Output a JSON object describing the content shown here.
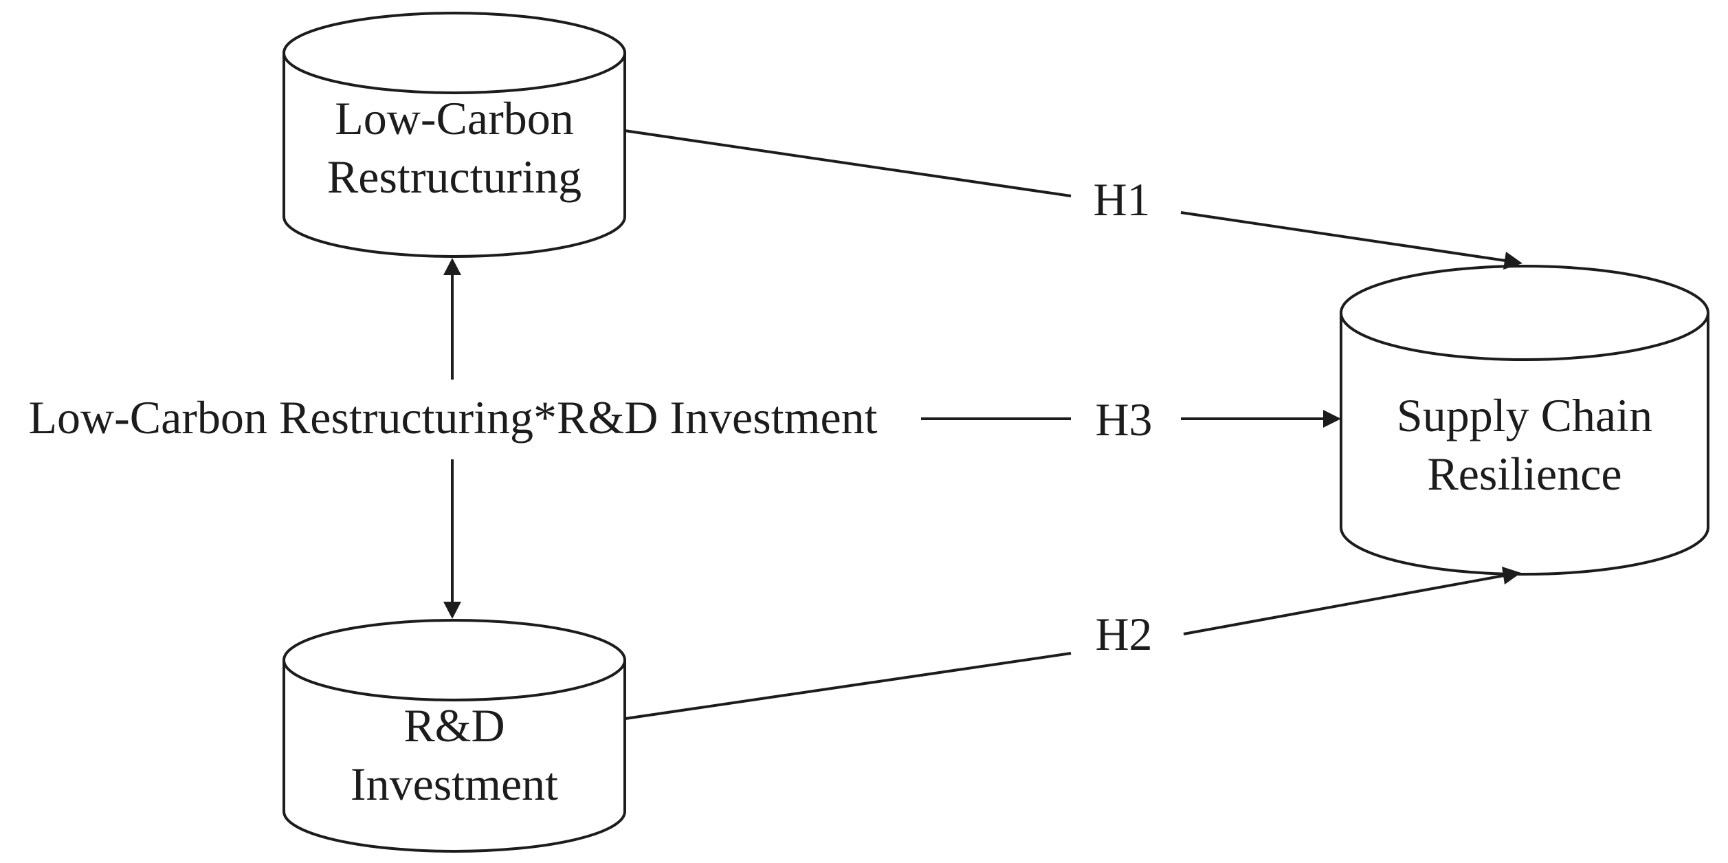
{
  "figure": {
    "background": "#ffffff",
    "stroke_color": "#1c1c1c",
    "node_fill": "#ffffff",
    "nodes": {
      "low_carbon_restructuring": {
        "shape": "cylinder",
        "line1": "Low-Carbon",
        "line2": "Restructuring"
      },
      "rd_investment": {
        "shape": "cylinder",
        "line1": "R&D",
        "line2": "Investment"
      },
      "supply_chain_resilience": {
        "shape": "cylinder",
        "line1": "Supply Chain",
        "line2": "Resilience"
      }
    },
    "moderator": {
      "label": "Low-Carbon Restructuring*R&D Investment"
    },
    "edges": {
      "h1": {
        "label": "H1",
        "from": "Low-Carbon Restructuring",
        "to": "Supply Chain Resilience"
      },
      "h2": {
        "label": "H2",
        "from": "R&D Investment",
        "to": "Supply Chain Resilience"
      },
      "h3": {
        "label": "H3",
        "from": "Low-Carbon Restructuring*R&D Investment",
        "to": "Supply Chain Resilience"
      },
      "interaction": {
        "type": "double-headed-arrow",
        "between": [
          "Low-Carbon Restructuring",
          "R&D Investment"
        ]
      }
    }
  }
}
